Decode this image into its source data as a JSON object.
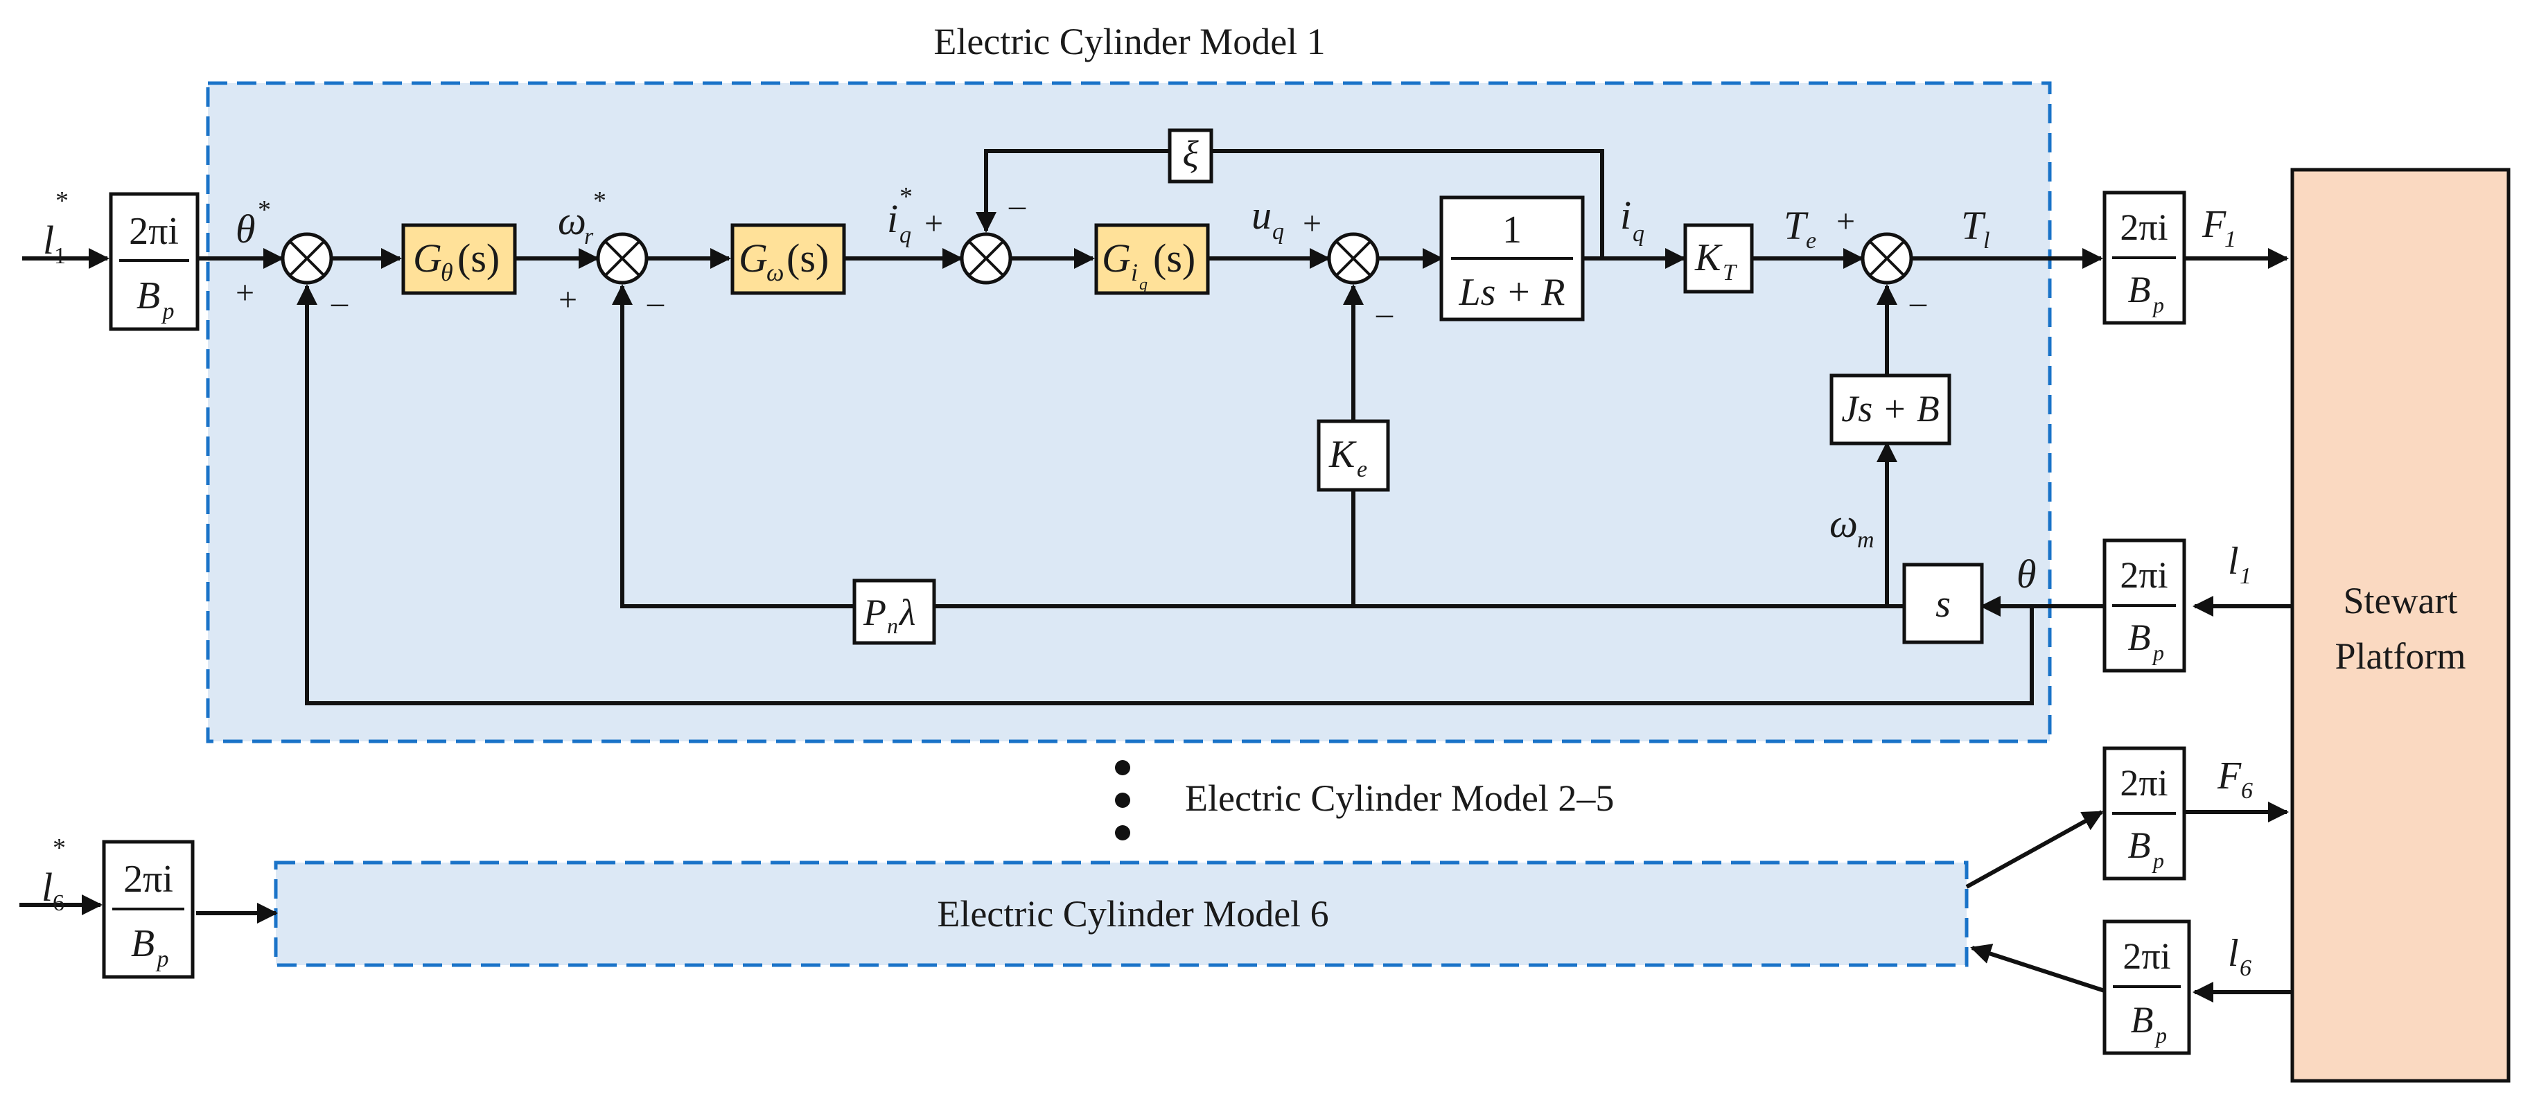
{
  "titles": {
    "model1": "Electric Cylinder Model 1",
    "model2_5": "Electric Cylinder Model 2–5",
    "model6": "Electric Cylinder Model 6"
  },
  "platform": {
    "line1": "Stewart",
    "line2": "Platform"
  },
  "gain": {
    "numerator": "2πi",
    "denominator_base": "B",
    "denominator_sub": "p"
  },
  "controllers": {
    "position": {
      "base": "G",
      "sub": "θ",
      "arg": "(s)"
    },
    "speed": {
      "base": "G",
      "sub": "ω",
      "arg": "(s)"
    },
    "current": {
      "base": "G",
      "sub": "i",
      "subsub": "q",
      "arg": "(s)"
    }
  },
  "blocks": {
    "xi": "ξ",
    "motor_num": "1",
    "motor_den": "Ls + R",
    "kt": {
      "base": "K",
      "sub": "T"
    },
    "ke": {
      "base": "K",
      "sub": "e"
    },
    "load": "Js + B",
    "pn": {
      "base": "P",
      "sub": "n",
      "tail": "λ"
    },
    "diff": "s"
  },
  "signals": {
    "l1_ref": {
      "base": "l",
      "sub": "1",
      "sup": "*"
    },
    "l6_ref": {
      "base": "l",
      "sub": "6",
      "sup": "*"
    },
    "theta_ref": {
      "base": "θ",
      "sup": "*"
    },
    "omega_ref": {
      "base": "ω",
      "sub": "r",
      "sup": "*"
    },
    "iq_ref": {
      "base": "i",
      "sub": "q",
      "sup": "*"
    },
    "uq": {
      "base": "u",
      "sub": "q"
    },
    "iq": {
      "base": "i",
      "sub": "q"
    },
    "te": {
      "base": "T",
      "sub": "e"
    },
    "tl": {
      "base": "T",
      "sub": "l"
    },
    "omega_m": {
      "base": "ω",
      "sub": "m"
    },
    "theta": "θ",
    "f1": {
      "base": "F",
      "sub": "1"
    },
    "f6": {
      "base": "F",
      "sub": "6"
    },
    "l1": {
      "base": "l",
      "sub": "1"
    },
    "l6": {
      "base": "l",
      "sub": "6"
    }
  },
  "signs": {
    "plus": "+",
    "minus": "–"
  },
  "colors": {
    "model_fill": "#dce8f5",
    "model_border": "#1a73c8",
    "controller_fill": "#ffe199",
    "platform_fill": "#fad9c1",
    "line": "#111111"
  }
}
